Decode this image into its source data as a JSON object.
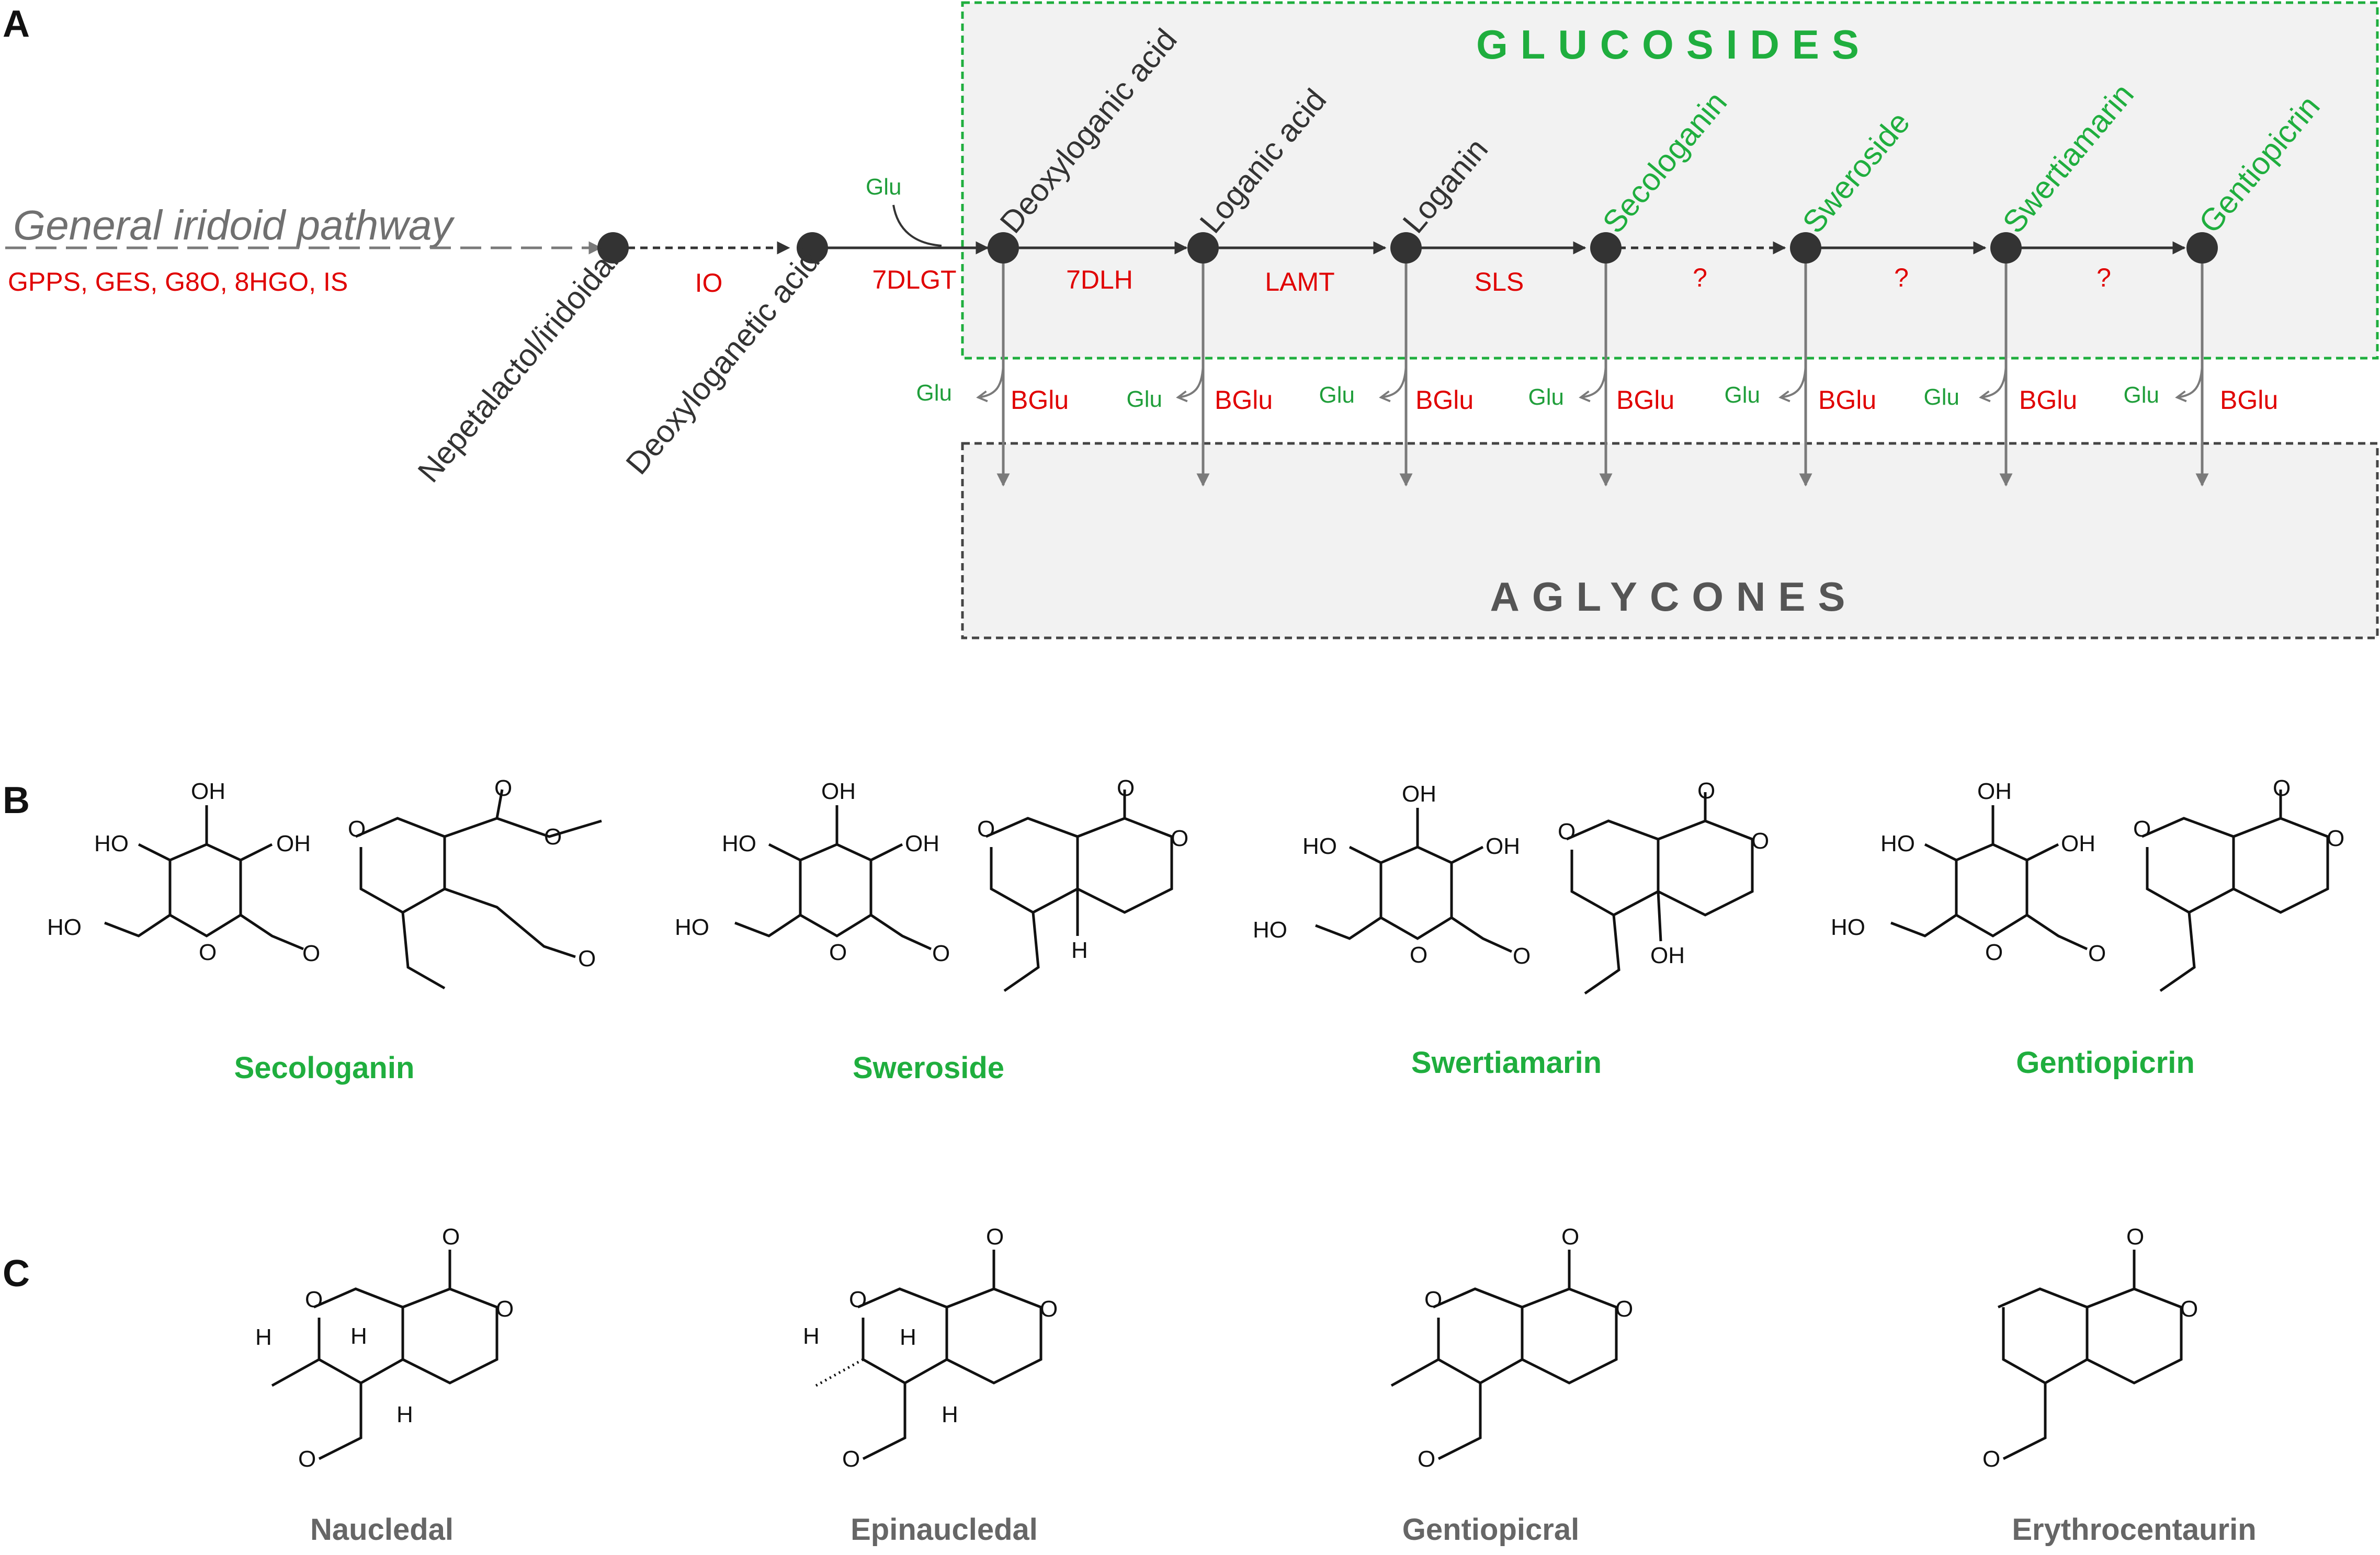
{
  "panels": {
    "a": "A",
    "b": "B",
    "c": "C"
  },
  "colors": {
    "enzyme": "#e00000",
    "glucoside": "#1fae3e",
    "dark": "#333333",
    "gray": "#7a7a7a",
    "box_fill": "#f2f2f2"
  },
  "pathway": {
    "general_label": "General iridoid pathway",
    "general_enzymes": "GPPS, GES, G8O, 8HGO, IS",
    "glu_entry": "Glu",
    "compounds": [
      {
        "name": "Nepetalactol/iridoidal"
      },
      {
        "name": "Deoxyloganetic acid"
      },
      {
        "name": "Deoxyloganic  acid"
      },
      {
        "name": "Loganic acid"
      },
      {
        "name": "Loganin"
      },
      {
        "name": "Secologanin"
      },
      {
        "name": "Sweroside"
      },
      {
        "name": "Swertiamarin"
      },
      {
        "name": "Gentiopicrin"
      }
    ],
    "steps": [
      "IO",
      "7DLGT",
      "7DLH",
      "LAMT",
      "SLS",
      "?",
      "?",
      "?"
    ],
    "hydrolysis": {
      "glu": "Glu",
      "enzyme": "BGlu"
    },
    "glucosides_label": "GLUCOSIDES",
    "aglycones_label": "AGLYCONES"
  },
  "structures_b": [
    {
      "name": "Secologanin"
    },
    {
      "name": "Sweroside"
    },
    {
      "name": "Swertiamarin"
    },
    {
      "name": "Gentiopicrin"
    }
  ],
  "structures_c": [
    {
      "name": "Naucledal"
    },
    {
      "name": "Epinaucledal"
    },
    {
      "name": "Gentiopicral"
    },
    {
      "name": "Erythrocentaurin"
    }
  ],
  "atoms": {
    "o": "O",
    "oh": "OH",
    "ho": "HO",
    "h": "H"
  }
}
